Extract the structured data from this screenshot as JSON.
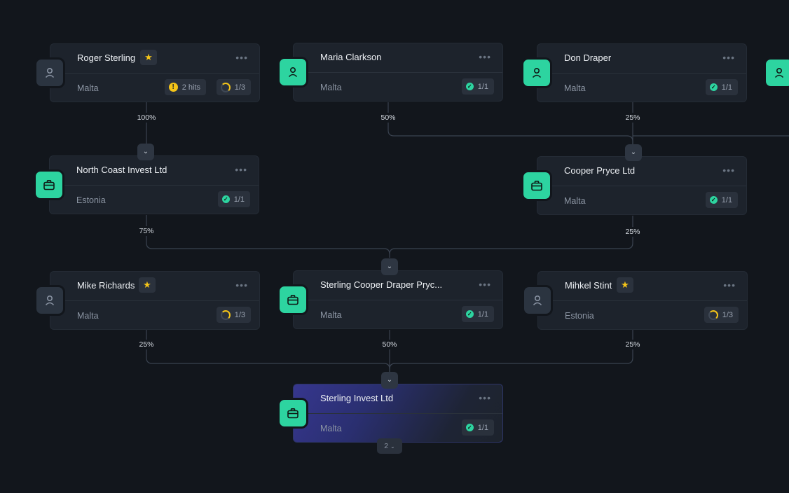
{
  "nodes": [
    {
      "id": "roger",
      "name": "Roger Sterling",
      "starred": true,
      "location": "Malta",
      "kind": "person",
      "hits_label": "2 hits",
      "progress": "1/3",
      "complete": false
    },
    {
      "id": "maria",
      "name": "Maria Clarkson",
      "starred": false,
      "location": "Malta",
      "kind": "person",
      "progress": "1/1",
      "complete": true
    },
    {
      "id": "don",
      "name": "Don Draper",
      "starred": false,
      "location": "Malta",
      "kind": "person",
      "progress": "1/1",
      "complete": true
    },
    {
      "id": "northcoast",
      "name": "North Coast Invest Ltd",
      "starred": false,
      "location": "Estonia",
      "kind": "company",
      "progress": "1/1",
      "complete": true
    },
    {
      "id": "cooper",
      "name": "Cooper Pryce Ltd",
      "starred": false,
      "location": "Malta",
      "kind": "company",
      "progress": "1/1",
      "complete": true
    },
    {
      "id": "mike",
      "name": "Mike Richards",
      "starred": true,
      "location": "Malta",
      "kind": "person",
      "progress": "1/3",
      "complete": false
    },
    {
      "id": "scdp",
      "name": "Sterling Cooper Draper Pryc...",
      "starred": false,
      "location": "Malta",
      "kind": "company",
      "progress": "1/1",
      "complete": true
    },
    {
      "id": "mihkel",
      "name": "Mihkel Stint",
      "starred": true,
      "location": "Estonia",
      "kind": "person",
      "progress": "1/3",
      "complete": false
    },
    {
      "id": "sterlinginvest",
      "name": "Sterling Invest Ltd",
      "starred": false,
      "location": "Malta",
      "kind": "company",
      "progress": "1/1",
      "complete": true,
      "selected": true
    }
  ],
  "edges": [
    {
      "from": "roger",
      "to": "northcoast",
      "share": "100%"
    },
    {
      "from": "maria",
      "to": "cooper",
      "share": "50%"
    },
    {
      "from": "don",
      "to": "cooper",
      "share": "25%"
    },
    {
      "from": "northcoast",
      "to": "scdp",
      "share": "75%"
    },
    {
      "from": "cooper",
      "to": "scdp",
      "share": "25%"
    },
    {
      "from": "mike",
      "to": "sterlinginvest",
      "share": "25%"
    },
    {
      "from": "scdp",
      "to": "sterlinginvest",
      "share": "50%"
    },
    {
      "from": "mihkel",
      "to": "sterlinginvest",
      "share": "25%"
    }
  ],
  "pager": {
    "label": "2"
  },
  "icons": {
    "person": "user-icon",
    "company": "briefcase-icon",
    "expand": "chevron-down-icon",
    "menu": "more-dots-icon",
    "star": "star-icon",
    "complete": "check-circle-icon",
    "pending": "progress-ring-icon",
    "warning": "warning-icon"
  },
  "colors": {
    "background": "#12161c",
    "card": "#1d232c",
    "accent_green": "#2dd4a0",
    "star_yellow": "#f5c518",
    "selected_gradient": "#36368e"
  }
}
